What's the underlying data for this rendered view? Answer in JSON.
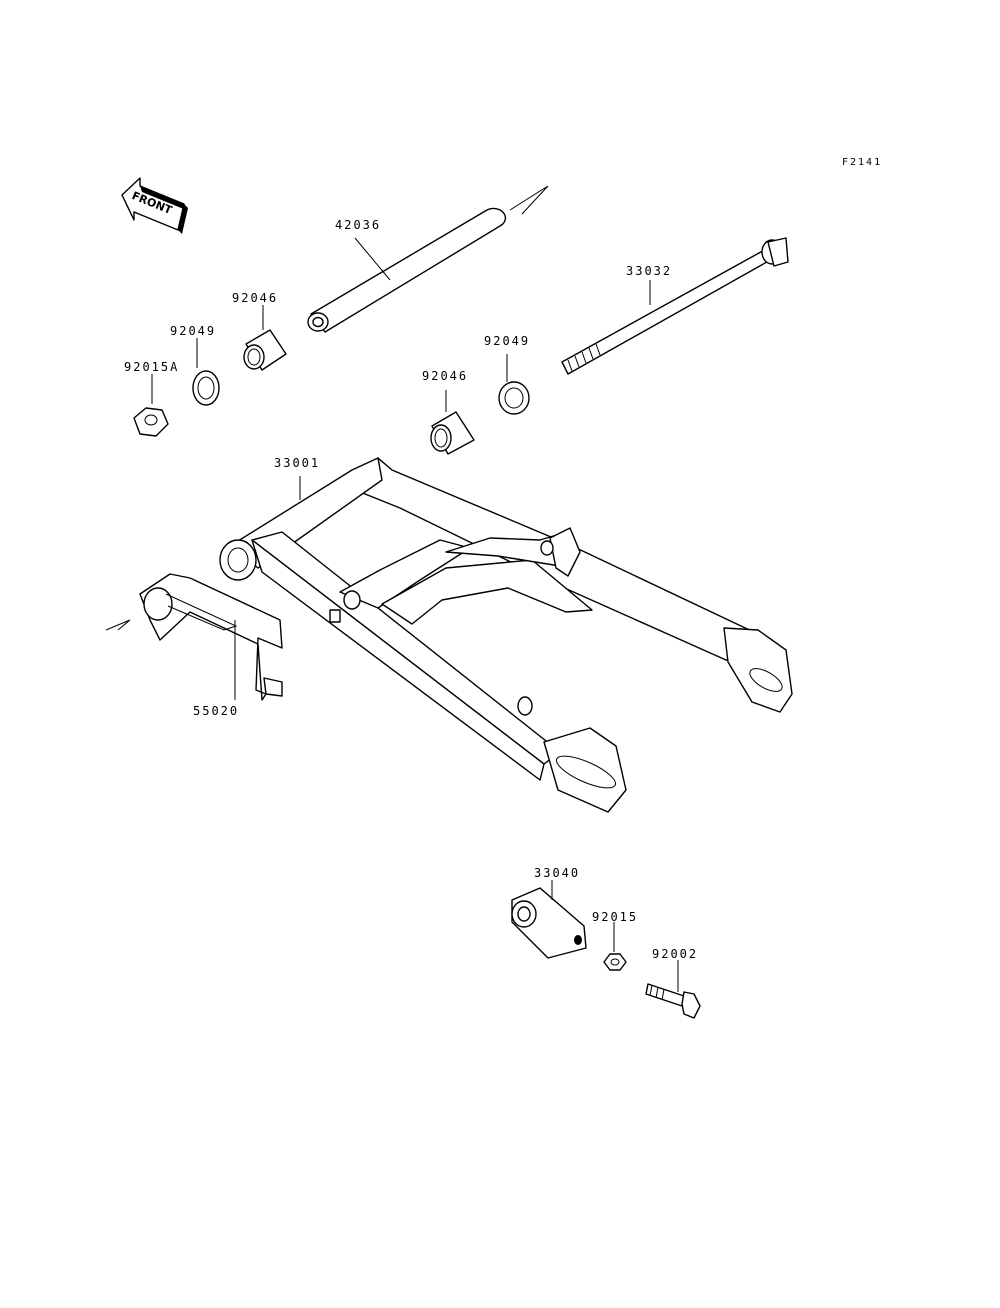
{
  "figure_code": "F2141",
  "front_arrow_label": "FRONT",
  "parts": [
    {
      "id": "42036"
    },
    {
      "id": "92046"
    },
    {
      "id": "92049"
    },
    {
      "id": "92015A"
    },
    {
      "id": "33032"
    },
    {
      "id": "92049"
    },
    {
      "id": "92046"
    },
    {
      "id": "33001"
    },
    {
      "id": "55020"
    },
    {
      "id": "33040"
    },
    {
      "id": "92015"
    },
    {
      "id": "92002"
    }
  ]
}
